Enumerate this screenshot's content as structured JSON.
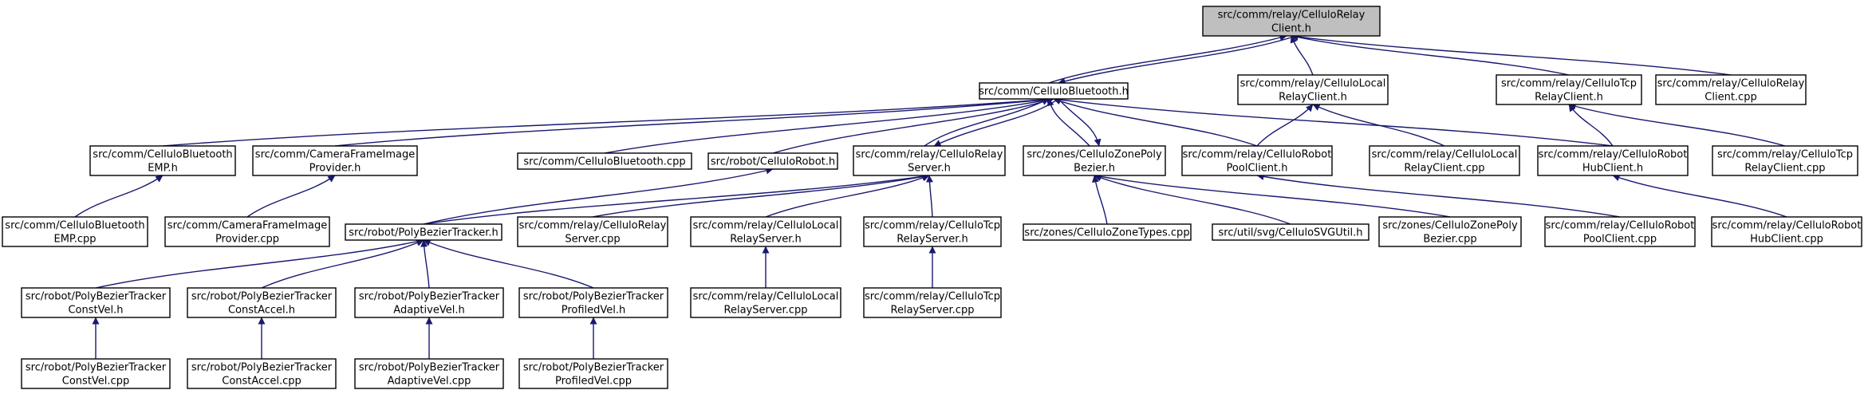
{
  "colors": {
    "edge": "#191970",
    "node_fill": "#ffffff",
    "root_fill": "#bfbfbf",
    "node_border": "#000000"
  },
  "nodes": [
    {
      "id": "relayclient_h",
      "lines": [
        "src/comm/relay/CelluloRelay",
        "Client.h"
      ],
      "root": true
    },
    {
      "id": "bluetooth_h",
      "lines": [
        "src/comm/CelluloBluetooth.h"
      ]
    },
    {
      "id": "localrelayclient_h",
      "lines": [
        "src/comm/relay/CelluloLocal",
        "RelayClient.h"
      ]
    },
    {
      "id": "tcprelayclient_h",
      "lines": [
        "src/comm/relay/CelluloTcp",
        "RelayClient.h"
      ]
    },
    {
      "id": "relayclient_cpp",
      "lines": [
        "src/comm/relay/CelluloRelay",
        "Client.cpp"
      ]
    },
    {
      "id": "bluetoothemp_h",
      "lines": [
        "src/comm/CelluloBluetooth",
        "EMP.h"
      ]
    },
    {
      "id": "cameraframe_h",
      "lines": [
        "src/comm/CameraFrameImage",
        "Provider.h"
      ]
    },
    {
      "id": "bluetooth_cpp",
      "lines": [
        "src/comm/CelluloBluetooth.cpp"
      ]
    },
    {
      "id": "robot_h",
      "lines": [
        "src/robot/CelluloRobot.h"
      ]
    },
    {
      "id": "relayserver_h",
      "lines": [
        "src/comm/relay/CelluloRelay",
        "Server.h"
      ]
    },
    {
      "id": "zonepoly_h",
      "lines": [
        "src/zones/CelluloZonePoly",
        "Bezier.h"
      ]
    },
    {
      "id": "robotpool_h",
      "lines": [
        "src/comm/relay/CelluloRobot",
        "PoolClient.h"
      ]
    },
    {
      "id": "localrelayclient_cpp",
      "lines": [
        "src/comm/relay/CelluloLocal",
        "RelayClient.cpp"
      ]
    },
    {
      "id": "robothub_h",
      "lines": [
        "src/comm/relay/CelluloRobot",
        "HubClient.h"
      ]
    },
    {
      "id": "tcprelayclient_cpp",
      "lines": [
        "src/comm/relay/CelluloTcp",
        "RelayClient.cpp"
      ]
    },
    {
      "id": "bluetoothemp_cpp",
      "lines": [
        "src/comm/CelluloBluetooth",
        "EMP.cpp"
      ]
    },
    {
      "id": "cameraframe_cpp",
      "lines": [
        "src/comm/CameraFrameImage",
        "Provider.cpp"
      ]
    },
    {
      "id": "polybezier_h",
      "lines": [
        "src/robot/PolyBezierTracker.h"
      ]
    },
    {
      "id": "relayserver_cpp",
      "lines": [
        "src/comm/relay/CelluloRelay",
        "Server.cpp"
      ]
    },
    {
      "id": "localrelayserver_h",
      "lines": [
        "src/comm/relay/CelluloLocal",
        "RelayServer.h"
      ]
    },
    {
      "id": "tcprelayserver_h",
      "lines": [
        "src/comm/relay/CelluloTcp",
        "RelayServer.h"
      ]
    },
    {
      "id": "zonetypes_cpp",
      "lines": [
        "src/zones/CelluloZoneTypes.cpp"
      ]
    },
    {
      "id": "svgutil_h",
      "lines": [
        "src/util/svg/CelluloSVGUtil.h"
      ]
    },
    {
      "id": "zonepoly_cpp",
      "lines": [
        "src/zones/CelluloZonePoly",
        "Bezier.cpp"
      ]
    },
    {
      "id": "robotpool_cpp",
      "lines": [
        "src/comm/relay/CelluloRobot",
        "PoolClient.cpp"
      ]
    },
    {
      "id": "robothub_cpp",
      "lines": [
        "src/comm/relay/CelluloRobot",
        "HubClient.cpp"
      ]
    },
    {
      "id": "constvel_h",
      "lines": [
        "src/robot/PolyBezierTracker",
        "ConstVel.h"
      ]
    },
    {
      "id": "constaccel_h",
      "lines": [
        "src/robot/PolyBezierTracker",
        "ConstAccel.h"
      ]
    },
    {
      "id": "adaptivevel_h",
      "lines": [
        "src/robot/PolyBezierTracker",
        "AdaptiveVel.h"
      ]
    },
    {
      "id": "profiledvel_h",
      "lines": [
        "src/robot/PolyBezierTracker",
        "ProfiledVel.h"
      ]
    },
    {
      "id": "localrelayserver_cpp",
      "lines": [
        "src/comm/relay/CelluloLocal",
        "RelayServer.cpp"
      ]
    },
    {
      "id": "tcprelayserver_cpp",
      "lines": [
        "src/comm/relay/CelluloTcp",
        "RelayServer.cpp"
      ]
    },
    {
      "id": "constvel_cpp",
      "lines": [
        "src/robot/PolyBezierTracker",
        "ConstVel.cpp"
      ]
    },
    {
      "id": "constaccel_cpp",
      "lines": [
        "src/robot/PolyBezierTracker",
        "ConstAccel.cpp"
      ]
    },
    {
      "id": "adaptivevel_cpp",
      "lines": [
        "src/robot/PolyBezierTracker",
        "AdaptiveVel.cpp"
      ]
    },
    {
      "id": "profiledvel_cpp",
      "lines": [
        "src/robot/PolyBezierTracker",
        "ProfiledVel.cpp"
      ]
    }
  ],
  "edges": [
    {
      "from": "bluetooth_h",
      "to": "relayclient_h"
    },
    {
      "from": "relayclient_h",
      "to": "bluetooth_h"
    },
    {
      "from": "localrelayclient_h",
      "to": "relayclient_h"
    },
    {
      "from": "tcprelayclient_h",
      "to": "relayclient_h"
    },
    {
      "from": "relayclient_cpp",
      "to": "relayclient_h"
    },
    {
      "from": "bluetoothemp_h",
      "to": "bluetooth_h"
    },
    {
      "from": "cameraframe_h",
      "to": "bluetooth_h"
    },
    {
      "from": "bluetooth_cpp",
      "to": "bluetooth_h"
    },
    {
      "from": "robot_h",
      "to": "bluetooth_h"
    },
    {
      "from": "relayserver_h",
      "to": "bluetooth_h"
    },
    {
      "from": "bluetooth_h",
      "to": "relayserver_h"
    },
    {
      "from": "zonepoly_h",
      "to": "bluetooth_h"
    },
    {
      "from": "bluetooth_h",
      "to": "zonepoly_h"
    },
    {
      "from": "robotpool_h",
      "to": "bluetooth_h"
    },
    {
      "from": "robothub_h",
      "to": "bluetooth_h"
    },
    {
      "from": "robotpool_h",
      "to": "localrelayclient_h"
    },
    {
      "from": "localrelayclient_cpp",
      "to": "localrelayclient_h"
    },
    {
      "from": "robothub_h",
      "to": "tcprelayclient_h"
    },
    {
      "from": "tcprelayclient_cpp",
      "to": "tcprelayclient_h"
    },
    {
      "from": "bluetoothemp_cpp",
      "to": "bluetoothemp_h"
    },
    {
      "from": "cameraframe_cpp",
      "to": "cameraframe_h"
    },
    {
      "from": "polybezier_h",
      "to": "robot_h"
    },
    {
      "from": "polybezier_h",
      "to": "relayserver_h"
    },
    {
      "from": "relayserver_cpp",
      "to": "relayserver_h"
    },
    {
      "from": "localrelayserver_h",
      "to": "relayserver_h"
    },
    {
      "from": "tcprelayserver_h",
      "to": "relayserver_h"
    },
    {
      "from": "zonetypes_cpp",
      "to": "zonepoly_h"
    },
    {
      "from": "svgutil_h",
      "to": "zonepoly_h"
    },
    {
      "from": "zonepoly_cpp",
      "to": "zonepoly_h"
    },
    {
      "from": "robotpool_cpp",
      "to": "robotpool_h"
    },
    {
      "from": "robothub_cpp",
      "to": "robothub_h"
    },
    {
      "from": "constvel_h",
      "to": "polybezier_h"
    },
    {
      "from": "constaccel_h",
      "to": "polybezier_h"
    },
    {
      "from": "adaptivevel_h",
      "to": "polybezier_h"
    },
    {
      "from": "profiledvel_h",
      "to": "polybezier_h"
    },
    {
      "from": "localrelayserver_cpp",
      "to": "localrelayserver_h"
    },
    {
      "from": "tcprelayserver_cpp",
      "to": "tcprelayserver_h"
    },
    {
      "from": "constvel_cpp",
      "to": "constvel_h"
    },
    {
      "from": "constaccel_cpp",
      "to": "constaccel_h"
    },
    {
      "from": "adaptivevel_cpp",
      "to": "adaptivevel_h"
    },
    {
      "from": "profiledvel_cpp",
      "to": "profiledvel_h"
    }
  ]
}
